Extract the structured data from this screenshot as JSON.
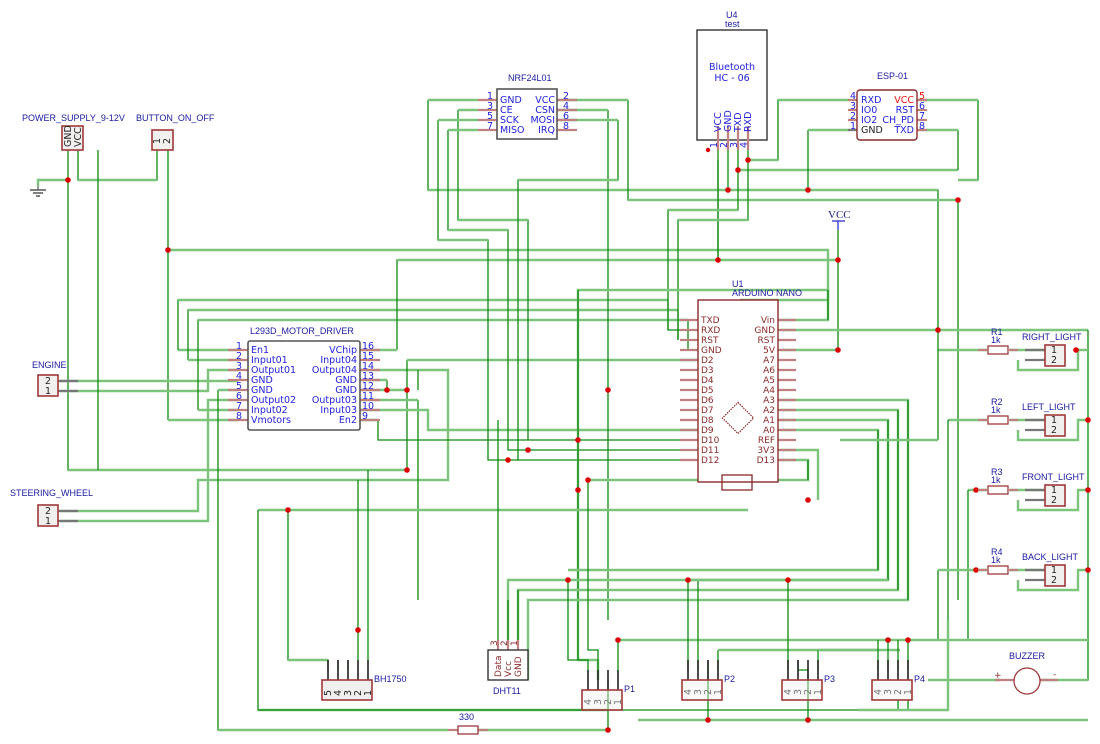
{
  "diagram": {
    "type": "electronic-schematic",
    "components": {
      "power_supply": {
        "label": "POWER_SUPPLY_9-12V",
        "pins": [
          "GND",
          "VCC"
        ]
      },
      "button": {
        "label": "BUTTON_ON_OFF",
        "pins": [
          "1",
          "2"
        ]
      },
      "engine": {
        "label": "ENGINE",
        "pins": [
          "2",
          "1"
        ]
      },
      "steering": {
        "label": "STEERING_WHEEL",
        "pins": [
          "2",
          "1"
        ]
      },
      "l293d": {
        "label": "L293D_MOTOR_DRIVER",
        "left_pins": [
          {
            "num": "1",
            "name": "En1"
          },
          {
            "num": "2",
            "name": "Input01"
          },
          {
            "num": "3",
            "name": "Output01"
          },
          {
            "num": "4",
            "name": "GND"
          },
          {
            "num": "5",
            "name": "GND"
          },
          {
            "num": "6",
            "name": "Output02"
          },
          {
            "num": "7",
            "name": "Input02"
          },
          {
            "num": "8",
            "name": "Vmotors"
          }
        ],
        "right_pins": [
          {
            "num": "16",
            "name": "VChip"
          },
          {
            "num": "15",
            "name": "Input04"
          },
          {
            "num": "14",
            "name": "Output04"
          },
          {
            "num": "13",
            "name": "GND"
          },
          {
            "num": "12",
            "name": "GND"
          },
          {
            "num": "11",
            "name": "Output03"
          },
          {
            "num": "10",
            "name": "Input03"
          },
          {
            "num": "9",
            "name": "En2"
          }
        ]
      },
      "nrf": {
        "label": "NRF24L01",
        "left_pins": [
          {
            "num": "1",
            "name": "GND"
          },
          {
            "num": "3",
            "name": "CE"
          },
          {
            "num": "5",
            "name": "SCK"
          },
          {
            "num": "7",
            "name": "MISO"
          }
        ],
        "right_pins": [
          {
            "num": "2",
            "name": "VCC"
          },
          {
            "num": "4",
            "name": "CSN"
          },
          {
            "num": "6",
            "name": "MOSI"
          },
          {
            "num": "8",
            "name": "IRQ"
          }
        ]
      },
      "bluetooth": {
        "ref": "U4",
        "value": "test",
        "title_line1": "Bluetooth",
        "title_line2": "HC - 06",
        "pins": [
          {
            "num": "1",
            "name": "VCC"
          },
          {
            "num": "2",
            "name": "GND"
          },
          {
            "num": "3",
            "name": "TXD"
          },
          {
            "num": "4",
            "name": "RXD"
          }
        ]
      },
      "esp01": {
        "label": "ESP-01",
        "left_pins": [
          {
            "num": "4",
            "name": "RXD"
          },
          {
            "num": "3",
            "name": "IO0"
          },
          {
            "num": "2",
            "name": "IO2"
          },
          {
            "num": "1",
            "name": "GND"
          }
        ],
        "right_pins": [
          {
            "num": "5",
            "name": "VCC"
          },
          {
            "num": "6",
            "name": "RST"
          },
          {
            "num": "7",
            "name": "CH_PD"
          },
          {
            "num": "8",
            "name": "TXD"
          }
        ]
      },
      "vcc_symbol": {
        "label": "VCC"
      },
      "arduino": {
        "ref": "U1",
        "label": "ARDUINO NANO",
        "left_pins": [
          "TXD",
          "RXD",
          "RST",
          "GND",
          "D2",
          "D3",
          "D4",
          "D5",
          "D6",
          "D7",
          "D8",
          "D9",
          "D10",
          "D11",
          "D12"
        ],
        "right_pins": [
          "Vin",
          "GND",
          "RST",
          "5V",
          "A7",
          "A6",
          "A5",
          "A4",
          "A3",
          "A2",
          "A1",
          "A0",
          "REF",
          "3V3",
          "D13"
        ]
      },
      "resistors": [
        {
          "ref": "R1",
          "value": "1k"
        },
        {
          "ref": "R2",
          "value": "1k"
        },
        {
          "ref": "R3",
          "value": "1k"
        },
        {
          "ref": "R4",
          "value": "1k"
        }
      ],
      "lights": [
        {
          "label": "RIGHT_LIGHT",
          "pins": [
            "1",
            "2"
          ]
        },
        {
          "label": "LEFT_LIGHT",
          "pins": [
            "1",
            "2"
          ]
        },
        {
          "label": "FRONT_LIGHT",
          "pins": [
            "1",
            "2"
          ]
        },
        {
          "label": "BACK_LIGHT",
          "pins": [
            "1",
            "2"
          ]
        }
      ],
      "bh1750": {
        "label": "BH1750",
        "pins": [
          "5",
          "4",
          "3",
          "2",
          "1"
        ]
      },
      "dht11": {
        "label": "DHT11",
        "pins": [
          {
            "num": "3",
            "name": "Data"
          },
          {
            "num": "2",
            "name": "Vcc"
          },
          {
            "num": "1",
            "name": "GND"
          }
        ]
      },
      "resistor_330": {
        "value": "330"
      },
      "connectors": [
        {
          "label": "P1",
          "pins": [
            "4",
            "3",
            "2",
            "1"
          ]
        },
        {
          "label": "P2",
          "pins": [
            "4",
            "3",
            "2",
            "1"
          ]
        },
        {
          "label": "P3",
          "pins": [
            "4",
            "3",
            "2",
            "1"
          ]
        },
        {
          "label": "P4",
          "pins": [
            "4",
            "3",
            "2",
            "1"
          ]
        }
      ],
      "buzzer": {
        "label": "BUZZER",
        "plus": "+",
        "minus": "-"
      }
    }
  }
}
